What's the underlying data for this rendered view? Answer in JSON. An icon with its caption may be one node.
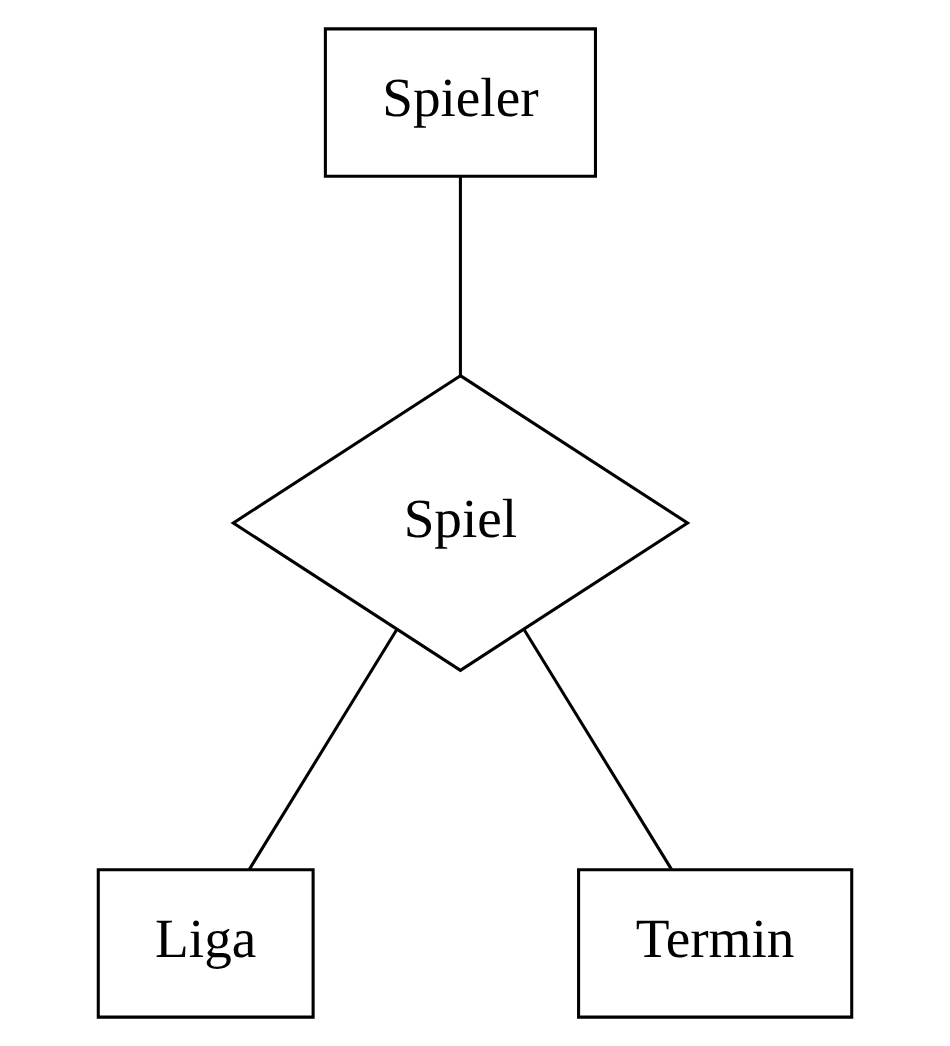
{
  "diagram": {
    "nodes": [
      {
        "text": [
          "Spieler"
        ]
      },
      {
        "text": [
          "Spiel"
        ]
      },
      {
        "text": [
          "Liga"
        ]
      },
      {
        "text": [
          "Termin"
        ]
      }
    ],
    "edges": [
      {
        "from": 0,
        "to": 1,
        "arrow": "none"
      },
      {
        "from": 1,
        "to": 2,
        "arrow": "none"
      },
      {
        "from": 1,
        "to": 3,
        "arrow": "none"
      }
    ]
  }
}
